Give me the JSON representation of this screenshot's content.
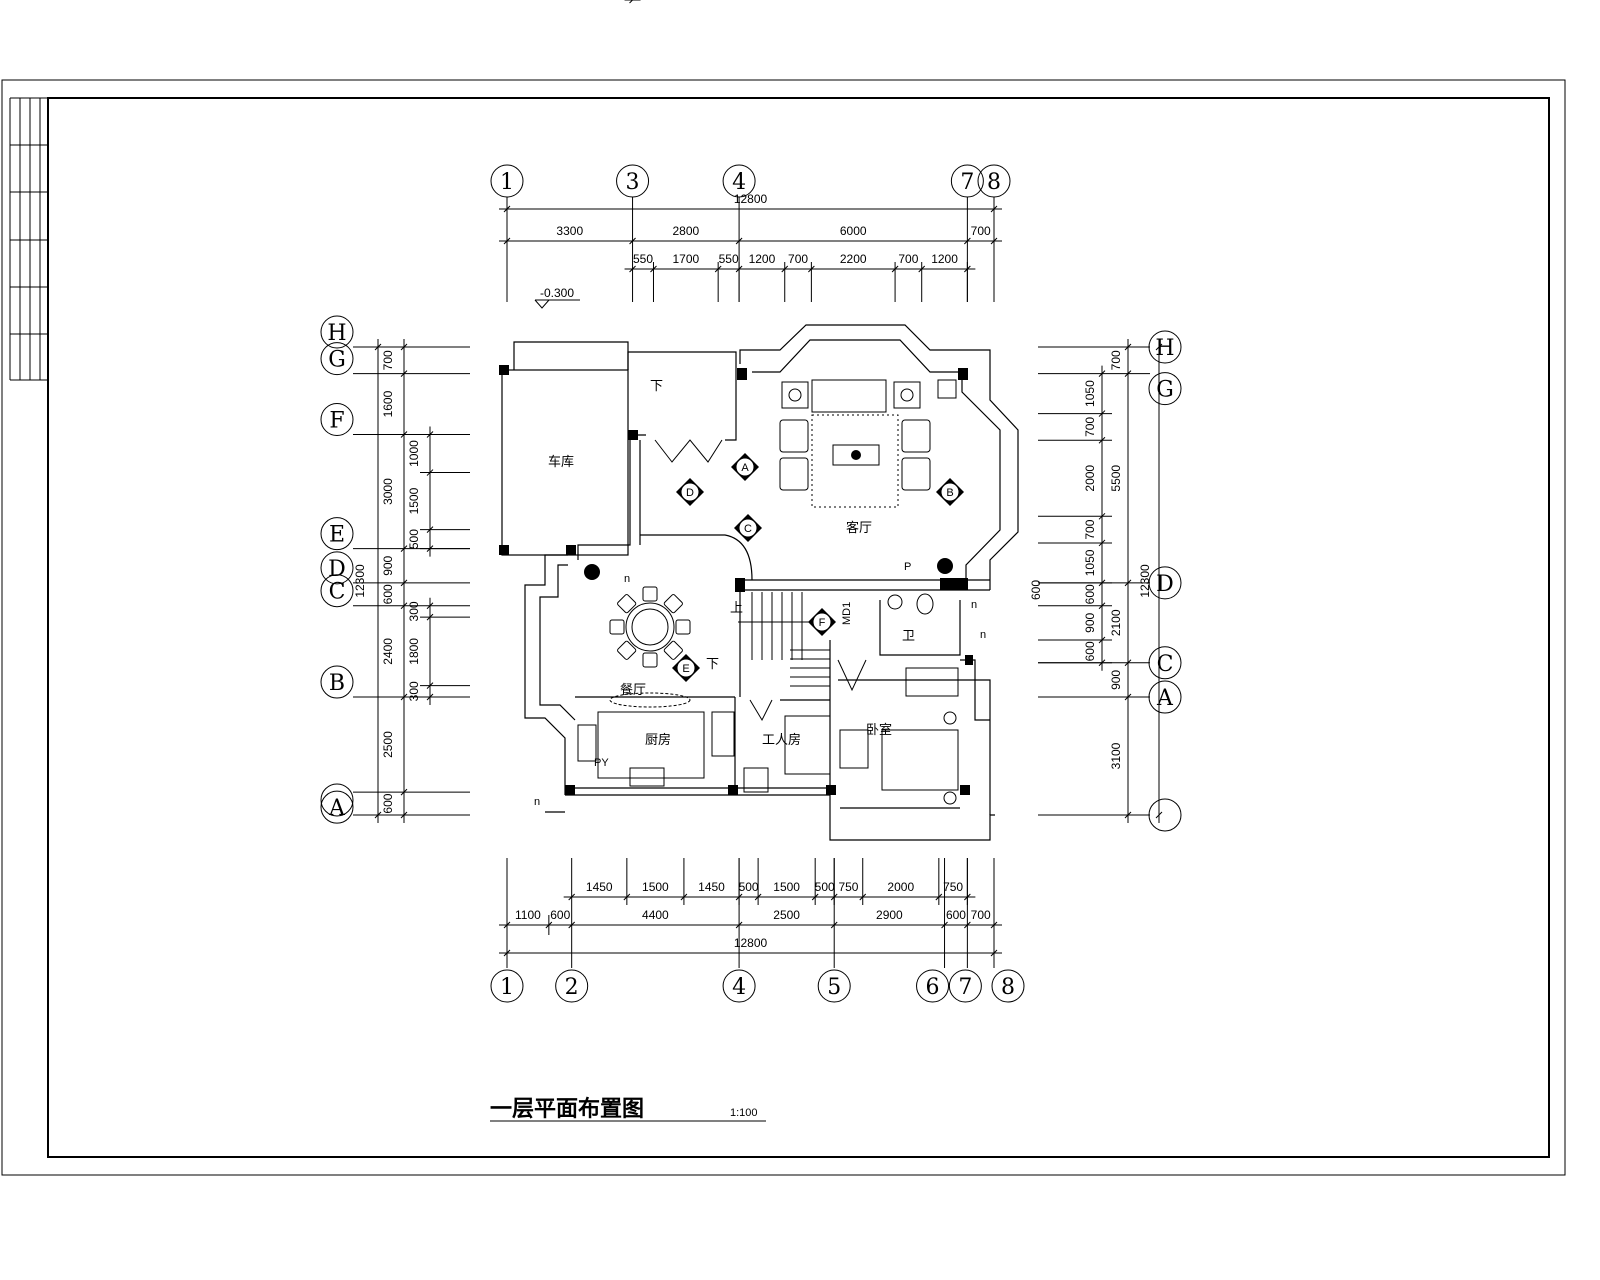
{
  "drawing": {
    "title": "一层平面布置图",
    "scale": "1:100",
    "elevation": "-0.300"
  },
  "axes": {
    "top": [
      "1",
      "3",
      "4",
      "7",
      "8"
    ],
    "bottom": [
      "1",
      "2",
      "4",
      "5",
      "6",
      "7",
      "8"
    ],
    "left": [
      "H",
      "G",
      "F",
      "E",
      "D",
      "C",
      "B",
      "A"
    ],
    "right": [
      "H",
      "G",
      "D",
      "C",
      "A"
    ]
  },
  "dimensions": {
    "top_total": [
      12800
    ],
    "top_axes": [
      3300,
      2800,
      6000,
      700
    ],
    "top_detail": [
      550,
      1700,
      550,
      1200,
      700,
      2200,
      700,
      1200
    ],
    "bottom_detail": [
      1450,
      1500,
      1450,
      500,
      1500,
      500,
      750,
      2000,
      750
    ],
    "bottom_axes": [
      1100,
      600,
      4400,
      2500,
      2900,
      600,
      700
    ],
    "bottom_total": [
      12800
    ],
    "left_total": [
      12300
    ],
    "left_axes": [
      700,
      1600,
      3000,
      900,
      600,
      2400,
      2500,
      600
    ],
    "left_detail_upper": [
      1000,
      1500,
      500
    ],
    "left_detail_lower": [
      300,
      1800,
      300
    ],
    "right_total": [
      12300
    ],
    "right_axes": [
      700,
      5500,
      2100,
      900,
      3100
    ],
    "right_detail": [
      1050,
      700,
      2000,
      700,
      1050,
      600,
      900,
      600
    ],
    "right_note": "600"
  },
  "rooms": {
    "garage": "车库",
    "living": "客厅",
    "dining": "餐厅",
    "kitchen": "厨房",
    "servant": "工人房",
    "bedroom": "卧室",
    "bath": "卫"
  },
  "annotations": {
    "up": "上",
    "down_stair": "下",
    "down_entry": "下",
    "door_md1": "MD1",
    "p": "P",
    "py": "PY",
    "n1": "n",
    "n2": "n",
    "n3": "n",
    "n4": "n"
  },
  "view_markers": [
    "A",
    "B",
    "C",
    "D",
    "E",
    "F"
  ]
}
